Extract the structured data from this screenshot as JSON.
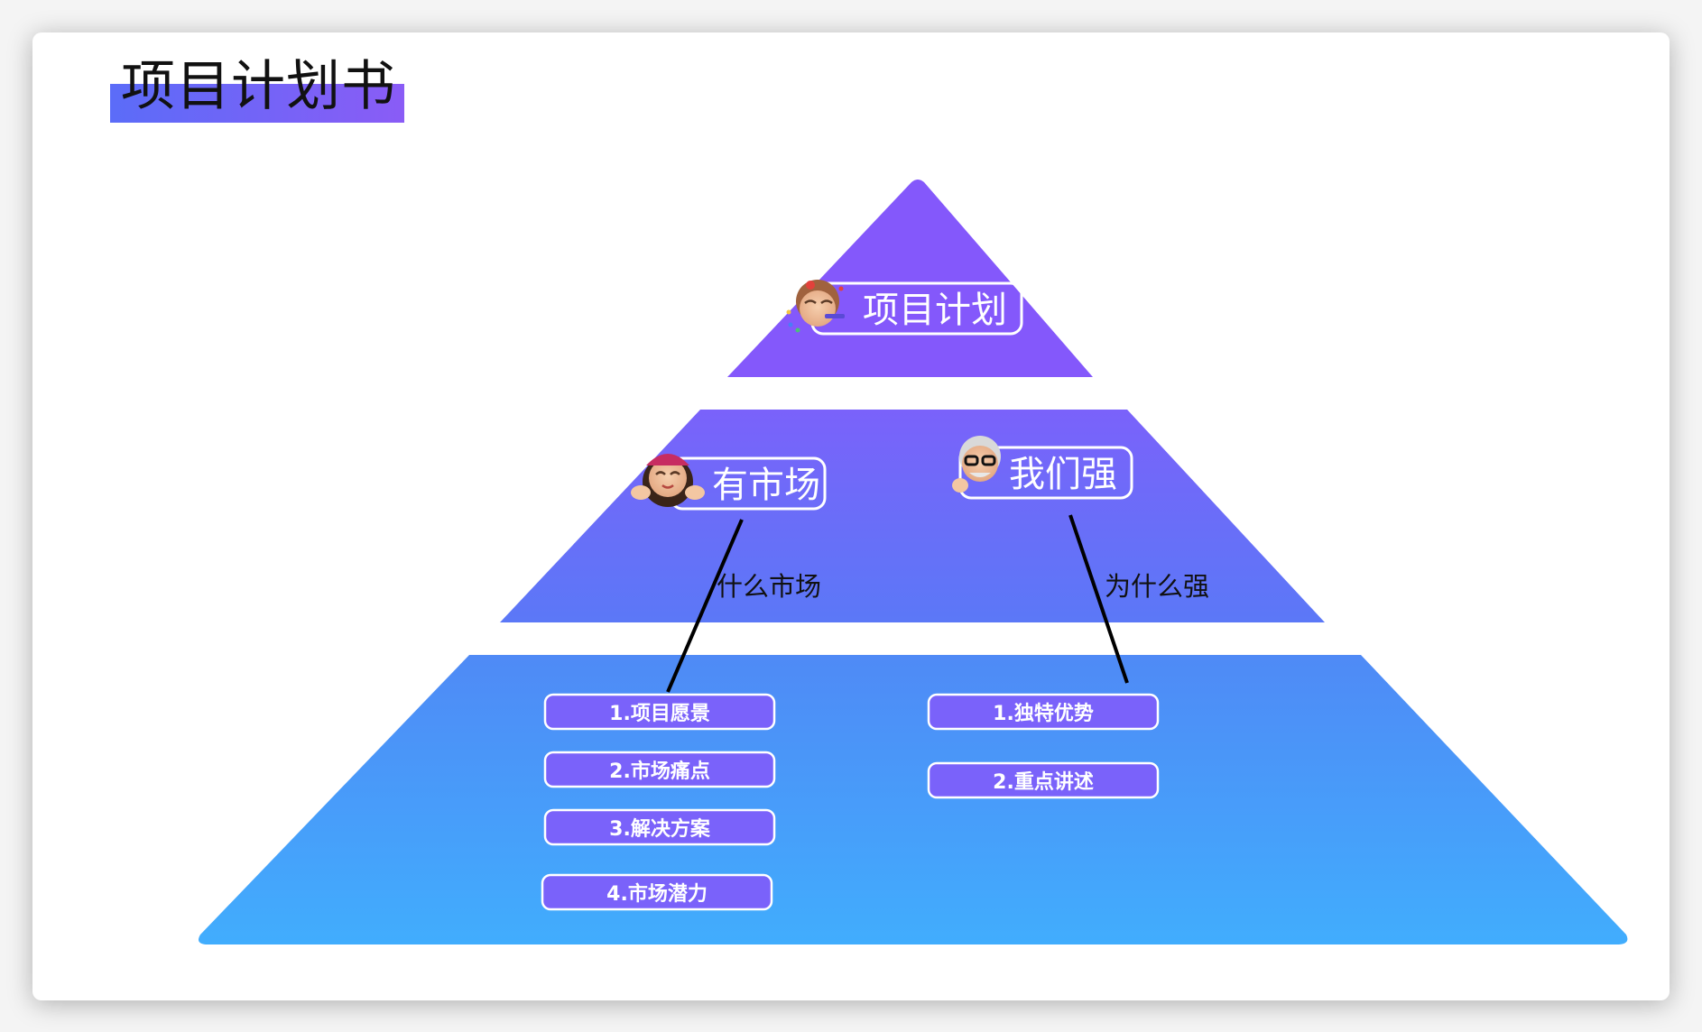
{
  "page": {
    "title": "项目计划书"
  },
  "pyramid": {
    "top": {
      "label": "项目计划"
    },
    "middle": {
      "left_label": "有市场",
      "right_label": "我们强",
      "left_connector_label": "什么市场",
      "right_connector_label": "为什么强"
    },
    "bottom": {
      "left_items": [
        "1.项目愿景",
        "2.市场痛点",
        "3.解决方案",
        "4.市场潜力"
      ],
      "right_items": [
        "1.独特优势",
        "2.重点讲述"
      ]
    }
  },
  "colors": {
    "tier_top": "#8458fb",
    "tier_middle_start": "#7a62fa",
    "tier_middle_end": "#5b78f7",
    "tier_bottom_start": "#4f8af6",
    "tier_bottom_end": "#41adfd",
    "pill_fill": "#7a62fa",
    "pill_stroke": "#ffffff",
    "text_dark": "#111111",
    "text_light": "#ffffff"
  },
  "icons": {
    "top_avatar": "avatar-party-icon",
    "middle_left_avatar": "avatar-cap-girl-icon",
    "middle_right_avatar": "avatar-glasses-man-icon"
  }
}
